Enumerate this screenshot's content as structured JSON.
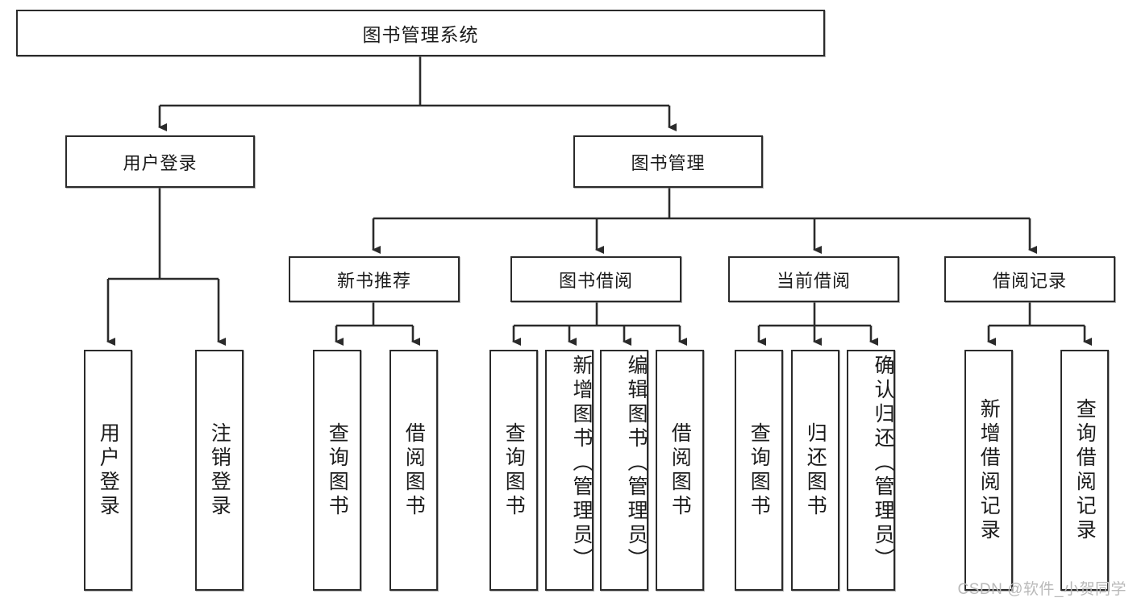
{
  "diagram": {
    "title": "图书管理系统",
    "watermark": "CSDN @软件_小贺同学",
    "colors": {
      "border": "#2b2b2b",
      "background": "#ffffff",
      "text": "#1b1b1b",
      "line": "#2b2b2b",
      "watermark": "#b9b9b9"
    },
    "levels": {
      "root": {
        "label": "图书管理系统"
      },
      "level2": [
        {
          "label": "用户登录"
        },
        {
          "label": "图书管理"
        }
      ],
      "level3": [
        {
          "label": "新书推荐"
        },
        {
          "label": "图书借阅"
        },
        {
          "label": "当前借阅"
        },
        {
          "label": "借阅记录"
        }
      ],
      "leaves": [
        {
          "label": "用户登录",
          "parent": "用户登录"
        },
        {
          "label": "注销登录",
          "parent": "用户登录"
        },
        {
          "label": "查询图书",
          "parent": "新书推荐"
        },
        {
          "label": "借阅图书",
          "parent": "新书推荐"
        },
        {
          "label": "查询图书",
          "parent": "图书借阅"
        },
        {
          "label": "新增图书（管理员）",
          "parent": "图书借阅"
        },
        {
          "label": "编辑图书（管理员）",
          "parent": "图书借阅"
        },
        {
          "label": "借阅图书",
          "parent": "图书借阅"
        },
        {
          "label": "查询图书",
          "parent": "当前借阅"
        },
        {
          "label": "归还图书",
          "parent": "当前借阅"
        },
        {
          "label": "确认归还（管理员）",
          "parent": "当前借阅"
        },
        {
          "label": "新增借阅记录",
          "parent": "借阅记录"
        },
        {
          "label": "查询借阅记录",
          "parent": "借阅记录"
        }
      ]
    }
  }
}
